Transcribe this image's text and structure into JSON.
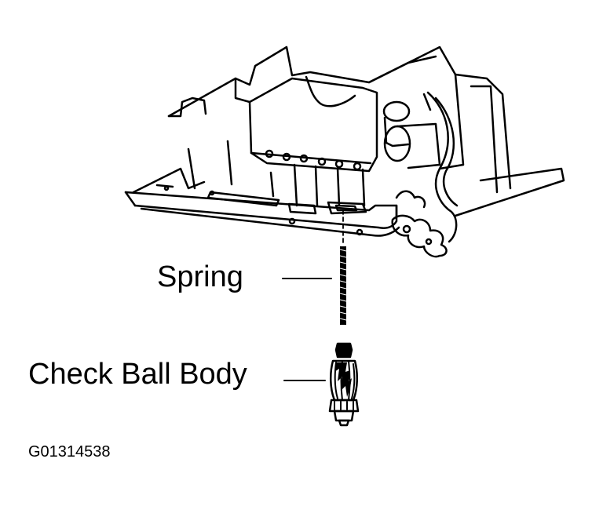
{
  "labels": {
    "spring": "Spring",
    "check_ball_body": "Check Ball Body"
  },
  "figure_id": "G01314538",
  "colors": {
    "ink": "#000000",
    "paper": "#ffffff"
  }
}
